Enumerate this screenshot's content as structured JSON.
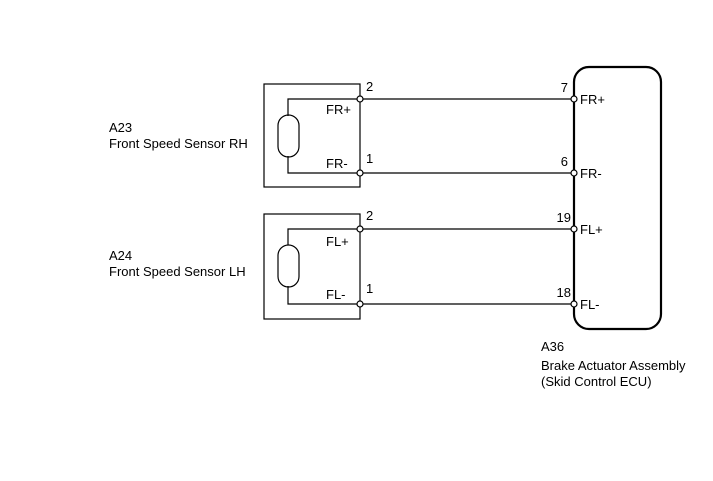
{
  "sensor_rh": {
    "code": "A23",
    "name": "Front Speed Sensor RH",
    "pin_top": "2",
    "pin_bottom": "1",
    "label_top": "FR+",
    "label_bottom": "FR-"
  },
  "sensor_lh": {
    "code": "A24",
    "name": "Front Speed Sensor LH",
    "pin_top": "2",
    "pin_bottom": "1",
    "label_top": "FL+",
    "label_bottom": "FL-"
  },
  "ecu": {
    "code": "A36",
    "name_line1": "Brake Actuator Assembly",
    "name_line2": "(Skid Control ECU)",
    "pins": [
      {
        "number": "7",
        "label": "FR+"
      },
      {
        "number": "6",
        "label": "FR-"
      },
      {
        "number": "19",
        "label": "FL+"
      },
      {
        "number": "18",
        "label": "FL-"
      }
    ]
  },
  "colors": {
    "line": "#000000",
    "background": "#ffffff"
  }
}
